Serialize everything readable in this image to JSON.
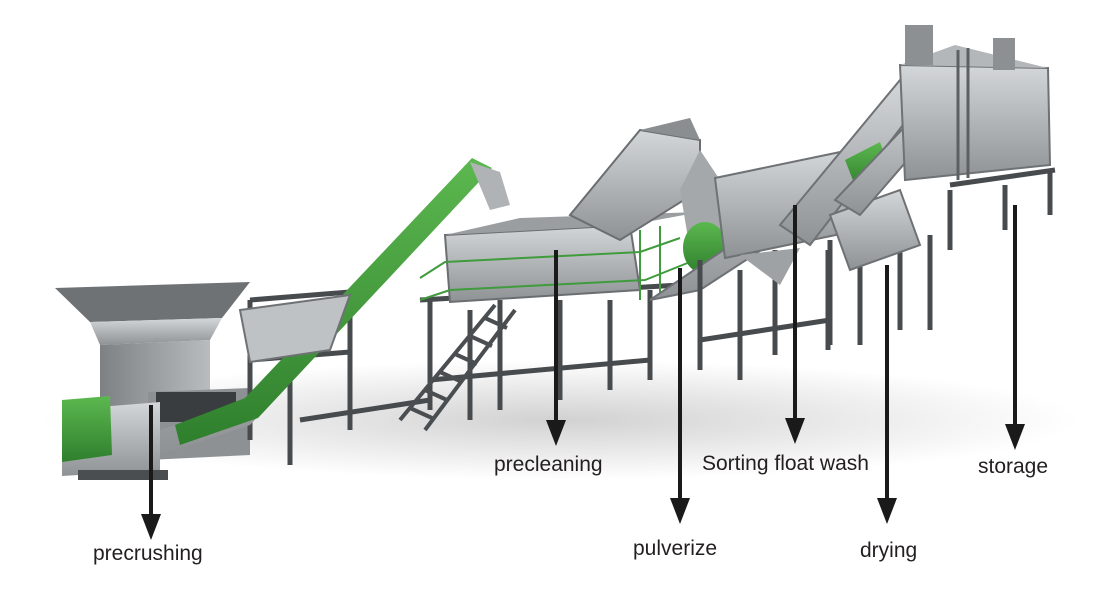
{
  "colors": {
    "machine_grey": "#a8acae",
    "machine_dark": "#5c6063",
    "frame_dark": "#474b4e",
    "accent_green": "#3f9b3c",
    "arrow": "#1a1a1a",
    "label_text": "#231f20",
    "background": "#ffffff"
  },
  "labels": {
    "precrushing": "precrushing",
    "precleaning": "precleaning",
    "pulverize": "pulverize",
    "sorting_float_wash": "Sorting float wash",
    "drying": "drying",
    "storage": "storage"
  }
}
